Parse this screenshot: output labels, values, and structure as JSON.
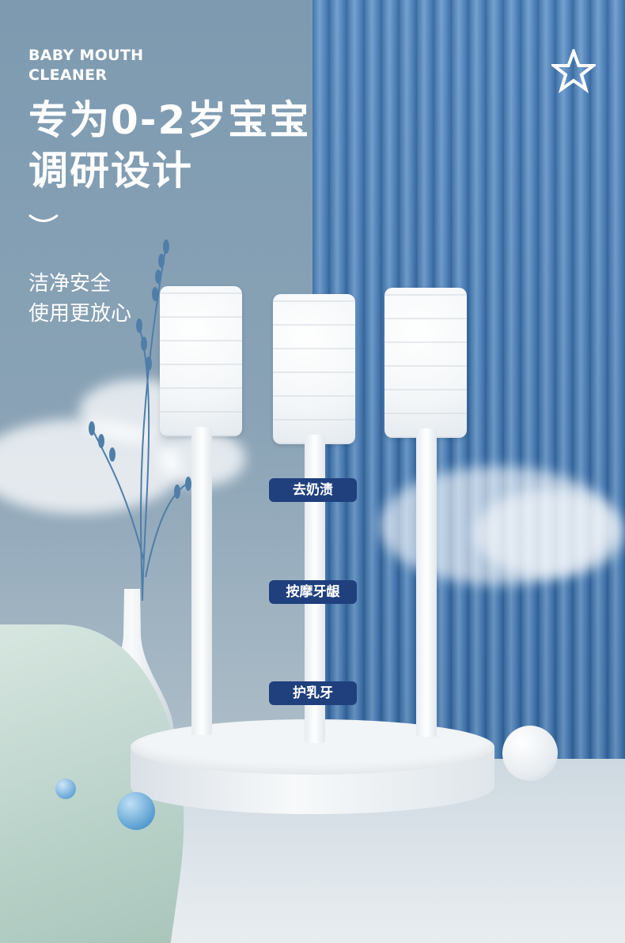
{
  "header": {
    "en_title_line1": "BABY MOUTH",
    "en_title_line2": "CLEANER",
    "cn_title_line1": "专为0-2岁宝宝",
    "cn_title_line2": "调研设计",
    "subtitle_line1": "洁净安全",
    "subtitle_line2": "使用更放心"
  },
  "tags": {
    "tag1": "去奶渍",
    "tag2": "按摩牙龈",
    "tag3": "护乳牙"
  },
  "icons": {
    "star": "star-outline-icon",
    "smile": "smile-curve-icon"
  },
  "colors": {
    "tag_bg": "#1f3f7d",
    "panel_blue": "#3b6fa7",
    "text": "#ffffff"
  }
}
